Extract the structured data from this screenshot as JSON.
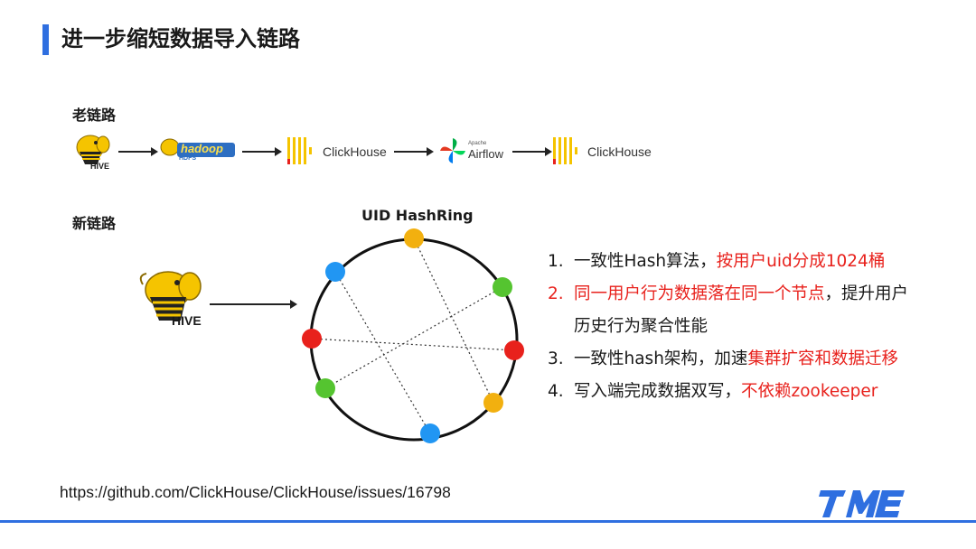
{
  "header": {
    "title": "进一步缩短数据导入链路"
  },
  "old_pipeline": {
    "label": "老链路",
    "hive_logo_text": "HIVE",
    "hadoop_logo_text": "hadoop",
    "hadoop_sub_text": "HDFS",
    "clickhouse_1": "ClickHouse",
    "airflow_brand_small": "Apache",
    "airflow_brand": "Airflow",
    "clickhouse_2": "ClickHouse"
  },
  "new_pipeline": {
    "label": "新链路",
    "hive_logo_text": "HIVE",
    "ring_title": "UID HashRing"
  },
  "points": [
    {
      "num": "1.",
      "parts": [
        {
          "text": "一致性Hash算法，"
        },
        {
          "text": "按用户uid分成1024桶",
          "highlight": true
        }
      ]
    },
    {
      "num": "2.",
      "parts": [
        {
          "text": "同一用户行为数据落在同一个节点",
          "highlight": true
        },
        {
          "text": "，提升用户"
        }
      ],
      "line2": "历史行为聚合性能"
    },
    {
      "num": "3.",
      "parts": [
        {
          "text": "一致性hash架构，加速"
        },
        {
          "text": "集群扩容和数据迁移",
          "highlight": true
        }
      ]
    },
    {
      "num": "4.",
      "parts": [
        {
          "text": "写入端完成数据双写，"
        },
        {
          "text": "不依赖zookeeper",
          "highlight": true
        }
      ]
    }
  ],
  "footer": {
    "url": "https://github.com/ClickHouse/ClickHouse/issues/16798",
    "logo_name": "TME"
  },
  "colors": {
    "accent_blue": "#2f6fe0",
    "highlight_red": "#e8211c",
    "node_orange": "#f2b00f",
    "node_blue": "#2196f3",
    "node_green": "#55c430",
    "node_red": "#e8211c",
    "clickhouse_yellow": "#f5c400"
  },
  "icons": {
    "hive": "hive-bee-elephant-logo",
    "hadoop": "hadoop-elephant-logo",
    "clickhouse": "clickhouse-bars-logo",
    "airflow": "airflow-pinwheel-logo",
    "tme": "tme-logo"
  }
}
